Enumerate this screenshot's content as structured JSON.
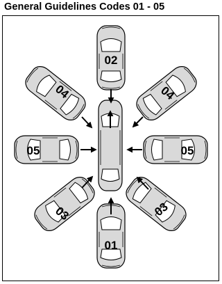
{
  "title": "General Guidelines Codes 01 - 05",
  "codes": {
    "top": "02",
    "upper_left": "04",
    "upper_right": "04",
    "left": "05",
    "right": "05",
    "lower_left": "03",
    "lower_right": "03",
    "bottom": "01"
  },
  "colors": {
    "car_body": "#d9d9d9",
    "car_glass": "#ffffff",
    "stroke": "#000000"
  }
}
